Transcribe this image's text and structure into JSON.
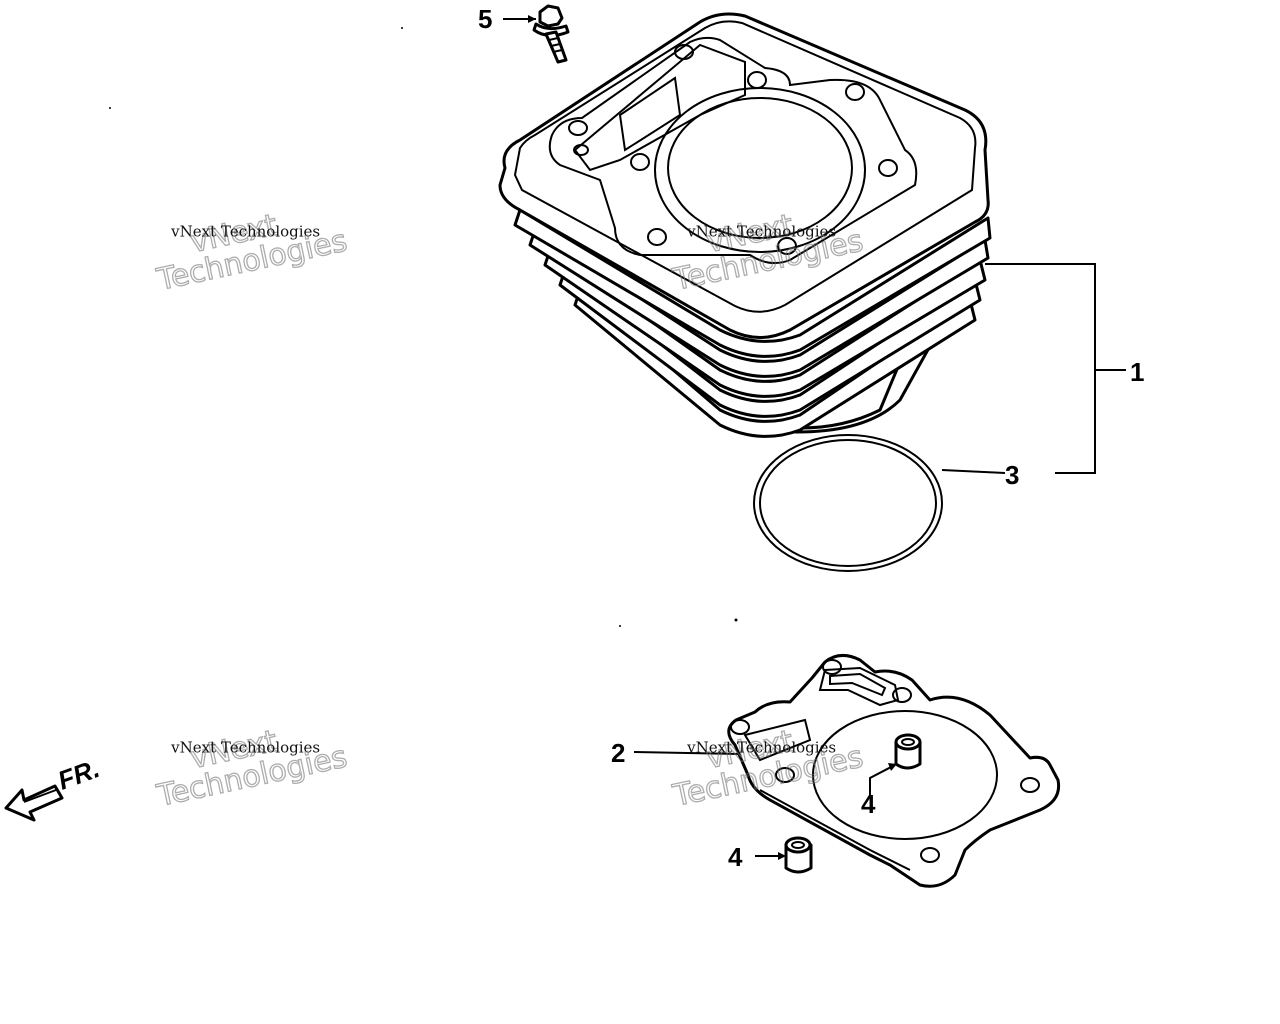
{
  "diagram": {
    "callouts": {
      "p1": "1",
      "p2": "2",
      "p3": "3",
      "p4a": "4",
      "p4b": "4",
      "p5": "5"
    },
    "direction_label": "FR.",
    "watermark": {
      "line1": "vNext",
      "line2": "vNext Technologies",
      "line3": "Technologies"
    }
  }
}
